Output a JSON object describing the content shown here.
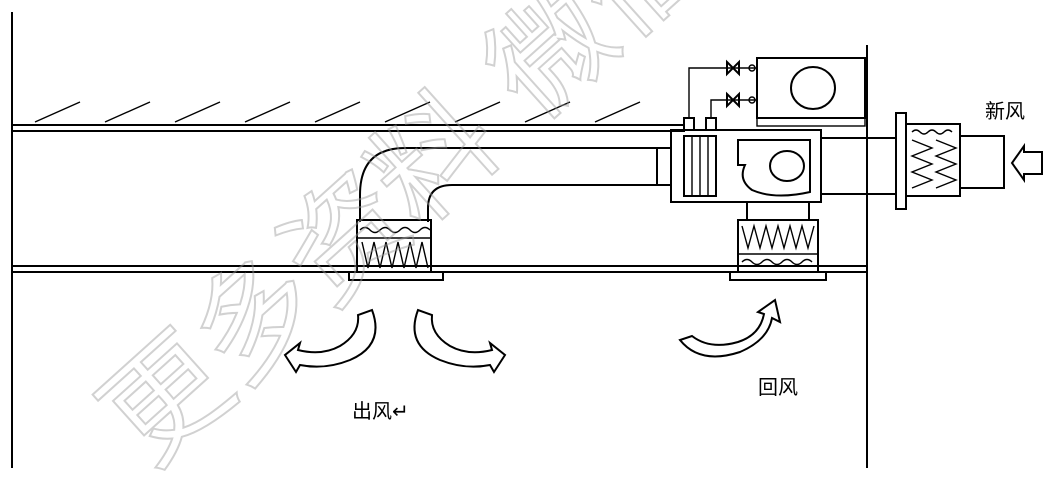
{
  "labels": {
    "fresh_air": "新风",
    "supply_air": "出风↵",
    "return_air": "回风"
  },
  "watermark": {
    "text": "更多资料 微信扫"
  },
  "colors": {
    "line": "#000000",
    "background": "#ffffff",
    "watermark": "#9a9a9a"
  }
}
